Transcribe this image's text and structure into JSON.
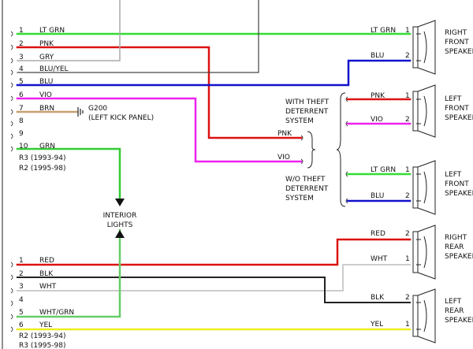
{
  "connector_a": {
    "pins": [
      {
        "num": "1",
        "color": "LT GRN"
      },
      {
        "num": "2",
        "color": "PNK"
      },
      {
        "num": "3",
        "color": "GRY"
      },
      {
        "num": "4",
        "color": "BLU/YEL"
      },
      {
        "num": "5",
        "color": "BLU"
      },
      {
        "num": "6",
        "color": "VIO"
      },
      {
        "num": "7",
        "color": "BRN"
      },
      {
        "num": "8",
        "color": ""
      },
      {
        "num": "9",
        "color": ""
      },
      {
        "num": "10",
        "color": "GRN"
      }
    ],
    "refs": [
      "R3 (1993-94)",
      "R2 (1995-98)"
    ]
  },
  "connector_b": {
    "pins": [
      {
        "num": "1",
        "color": "RED"
      },
      {
        "num": "2",
        "color": "BLK"
      },
      {
        "num": "3",
        "color": "WHT"
      },
      {
        "num": "4",
        "color": ""
      },
      {
        "num": "5",
        "color": "WHT/GRN"
      },
      {
        "num": "6",
        "color": "YEL"
      }
    ],
    "refs": [
      "R2 (1993-94)",
      "R3 (1995-98)"
    ]
  },
  "ground": {
    "id": "G200",
    "location": "(LEFT KICK PANEL)"
  },
  "interior_lights": [
    "INTERIOR",
    "LIGHTS"
  ],
  "theft_notes": {
    "with": [
      "WITH THEFT",
      "DETERRENT",
      "SYSTEM"
    ],
    "without": [
      "W/O THEFT",
      "DETERRENT",
      "SYSTEM"
    ]
  },
  "mid_wire_labels": {
    "pnk": "PNK",
    "vio": "VIO"
  },
  "speakers": [
    {
      "key": "right_front",
      "name": [
        "RIGHT",
        "FRONT",
        "SPEAKER"
      ],
      "wires": [
        {
          "label": "LT GRN",
          "pin": "1"
        },
        {
          "label": "BLU",
          "pin": "2"
        }
      ]
    },
    {
      "key": "left_front_theft",
      "name": [
        "LEFT",
        "FRONT",
        "SPEAKER"
      ],
      "wires": [
        {
          "label": "PNK",
          "pin": "1"
        },
        {
          "label": "VIO",
          "pin": "2"
        }
      ]
    },
    {
      "key": "left_front",
      "name": [
        "LEFT",
        "FRONT",
        "SPEAKER"
      ],
      "wires": [
        {
          "label": "LT GRN",
          "pin": "1"
        },
        {
          "label": "BLU",
          "pin": "2"
        }
      ]
    },
    {
      "key": "right_rear",
      "name": [
        "RIGHT",
        "REAR",
        "SPEAKER"
      ],
      "wires": [
        {
          "label": "RED",
          "pin": "2"
        },
        {
          "label": "WHT",
          "pin": "1"
        }
      ]
    },
    {
      "key": "left_rear",
      "name": [
        "LEFT",
        "REAR",
        "SPEAKER"
      ],
      "wires": [
        {
          "label": "BLK",
          "pin": "2"
        },
        {
          "label": "YEL",
          "pin": "1"
        }
      ]
    }
  ],
  "wire_colors": {
    "lt_grn": "#33dd33",
    "pnk": "#dd1111",
    "gry": "#aaaaaa",
    "blu_yel": "#444444",
    "blu": "#1111cc",
    "vio": "#ee22ee",
    "brn": "#c8a070",
    "grn": "#33cc33",
    "red": "#dd1111",
    "blk": "#222222",
    "wht": "#cccccc",
    "wht_grn": "#66cc66",
    "yel": "#eeee22"
  }
}
